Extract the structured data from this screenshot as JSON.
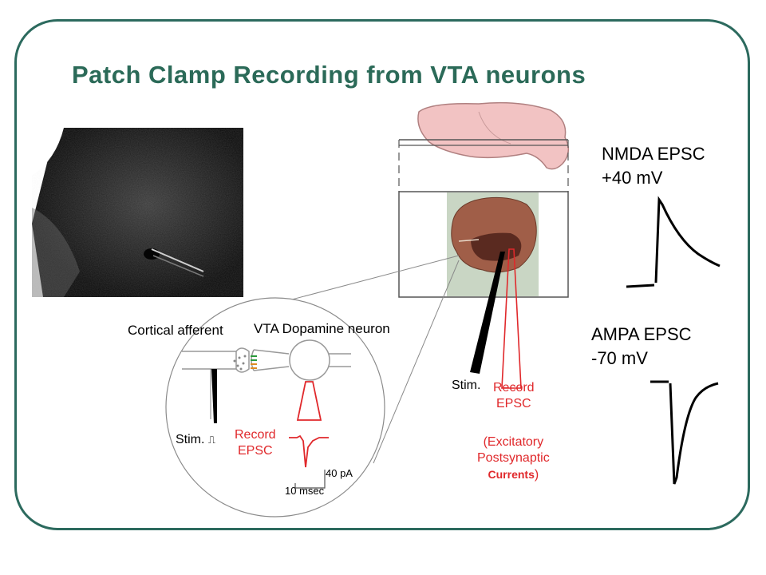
{
  "slide": {
    "title": "Patch Clamp Recording from VTA neurons",
    "colors": {
      "title": "#2b6a58",
      "border": "#2c6a5e",
      "record": "#e0282b",
      "brain": "#f2c3c3"
    }
  },
  "schematic": {
    "cortical_afferent": "Cortical afferent",
    "vta_neuron": "VTA Dopamine neuron",
    "stim": "Stim.",
    "stim_symbol": "⎍",
    "record_line1": "Record",
    "record_line2": "EPSC",
    "scale_current": "40 pA",
    "scale_time": "10 msec"
  },
  "slice_labels": {
    "stim": "Stim.",
    "record_line1": "Record",
    "record_line2": "EPSC",
    "excitatory_line1": "(Excitatory",
    "excitatory_line2": "Postsynaptic",
    "excitatory_line3": "Currents",
    "excitatory_close": ")"
  },
  "traces": {
    "nmda_name": "NMDA EPSC",
    "nmda_voltage": "+40 mV",
    "ampa_name": "AMPA EPSC",
    "ampa_voltage": "-70 mV"
  }
}
